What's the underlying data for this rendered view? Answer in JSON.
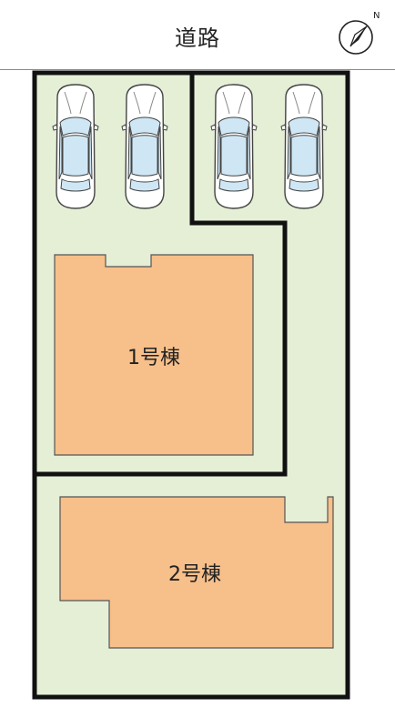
{
  "road": {
    "label": "道路"
  },
  "compass": {
    "north_label": "N"
  },
  "buildings": [
    {
      "label": "1号棟"
    },
    {
      "label": "2号棟"
    }
  ],
  "parking": {
    "count": 4
  },
  "colors": {
    "lot_fill": "#e4efd6",
    "building_fill": "#f7bf8a",
    "boundary": "#111111",
    "car_body": "#ffffff",
    "car_glass": "#cfe7f5"
  }
}
